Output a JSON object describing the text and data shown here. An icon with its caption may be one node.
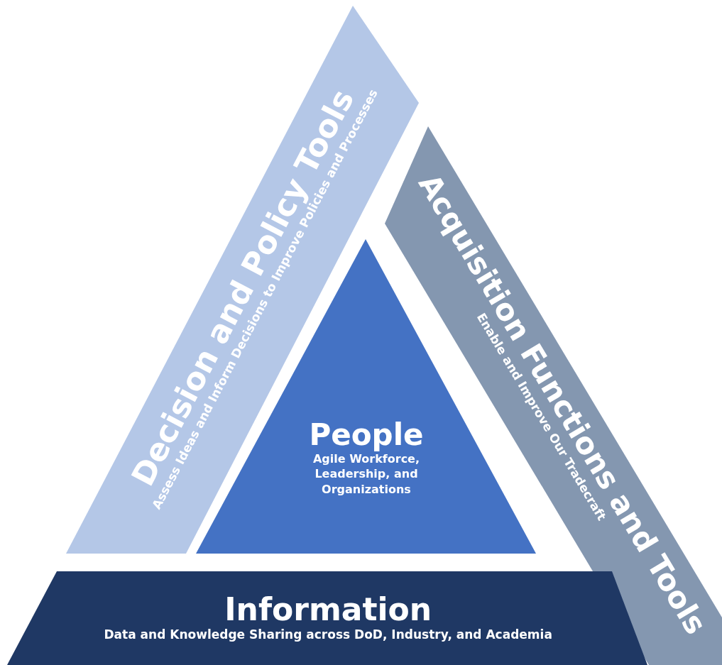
{
  "diagram": {
    "nodes": [
      {
        "text": [
          "Decision and Policy Tools",
          "Assess Ideas and Inform Decisions to Improve Policies and Processes"
        ]
      },
      {
        "text": [
          "Acquisition Functions and Tools",
          "Enable and Improve Our Tradecraft"
        ]
      },
      {
        "text": [
          "People",
          "Agile Workforce, Leadership, and Organizations"
        ]
      },
      {
        "text": [
          "Information",
          "Data and Knowledge Sharing across DoD, Industry, and Academia"
        ]
      }
    ]
  }
}
